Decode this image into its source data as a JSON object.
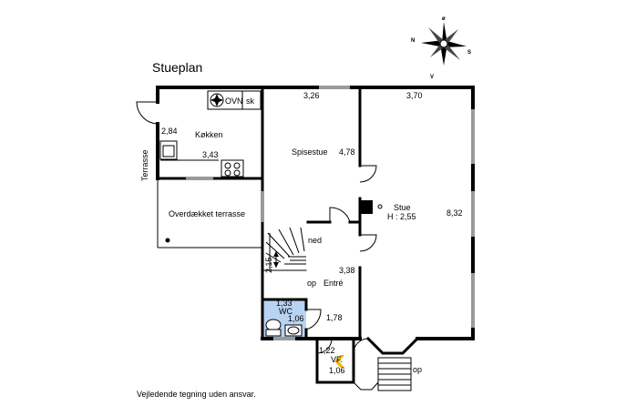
{
  "title": "Stueplan",
  "footer": "Vejledende tegning uden ansvar.",
  "compass": {
    "n": "N",
    "s": "S",
    "o": "ø",
    "v": "V"
  },
  "rooms": {
    "kitchen": {
      "name": "Køkken",
      "width": "2,84",
      "length": "3,43",
      "oven": "OVN",
      "fridge": "sk"
    },
    "terrace": {
      "name": "Terrasse"
    },
    "covered_terrace": {
      "name": "Overdækket terrasse"
    },
    "dining": {
      "name": "Spisestue",
      "width": "3,26",
      "length": "4,78"
    },
    "living": {
      "name": "Stue",
      "height": "H : 2,55",
      "width": "3,70",
      "length": "8,32"
    },
    "stairs": {
      "down": "ned",
      "up": "op",
      "width": "2,15"
    },
    "entrance": {
      "name": "Entré",
      "length": "3,38",
      "width": "1,78"
    },
    "wc": {
      "name": "WC",
      "length": "1,33",
      "width": "1,06"
    },
    "vestibule": {
      "name": "VF.",
      "length": "1,22",
      "width": "1,06"
    },
    "outside_stairs": {
      "up": "op"
    }
  },
  "colors": {
    "wall": "#000000",
    "window": "#9a9a9a",
    "wc_fill": "#b9d3f3",
    "arrow": "#f2b600"
  }
}
